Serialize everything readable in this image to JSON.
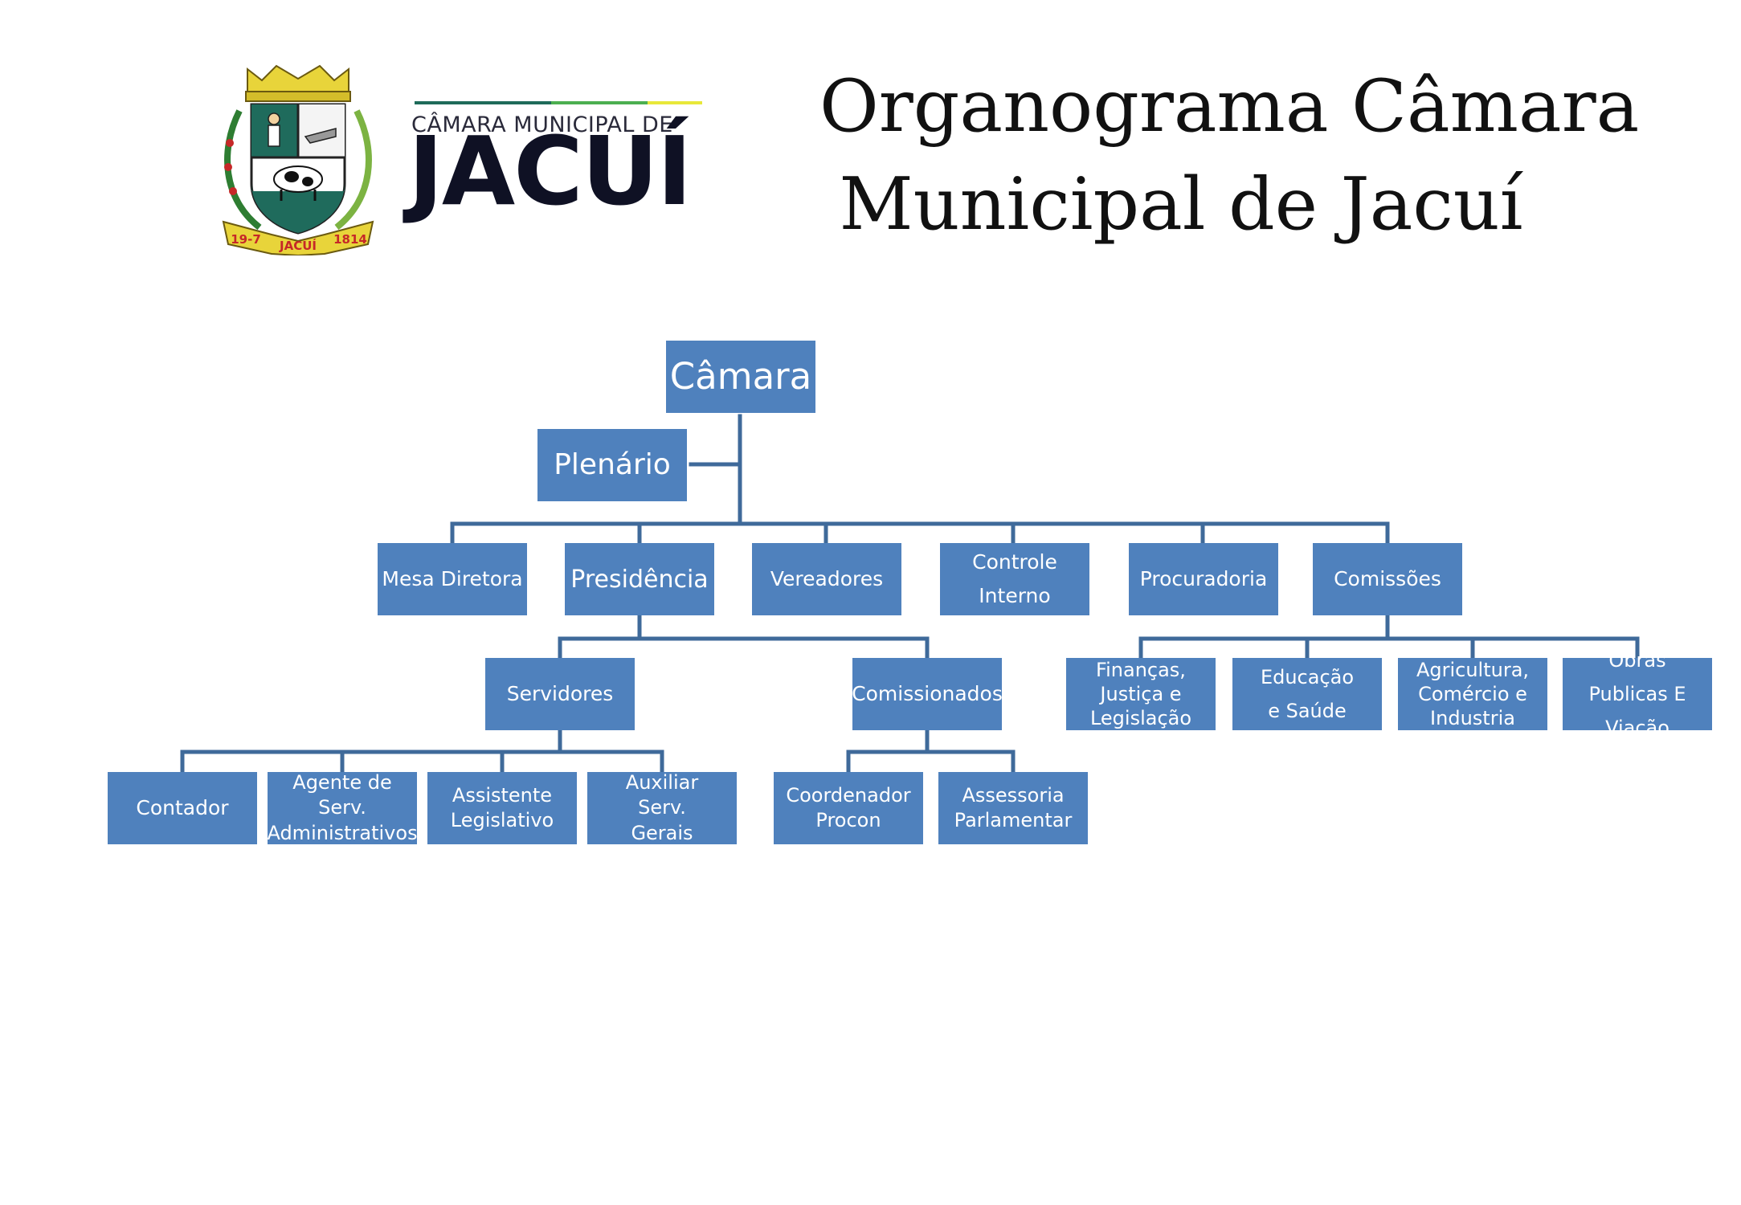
{
  "header": {
    "title_line1": "Organograma Câmara",
    "title_line2": "Municipal de Jacuí",
    "logo": {
      "prefix": "CÂMARA MUNICIPAL DE",
      "name": "JACUÍ",
      "seal_years_left": "19-7",
      "seal_name": "JACUÍ",
      "seal_years_right": "1814",
      "icon": "municipal-coat-of-arms-icon",
      "bar_colors": [
        "#1e6b5a",
        "#4caf50",
        "#e8e83a"
      ]
    }
  },
  "colors": {
    "node_fill": "#4f81bd",
    "node_text": "#ffffff",
    "connector": "#3f6a9a"
  },
  "org": {
    "camara": "Câmara",
    "plenario": "Plenário",
    "level1": {
      "mesa_diretora": "Mesa Diretora",
      "presidencia": "Presidência",
      "vereadores": "Vereadores",
      "controle_interno": "Controle Interno",
      "procuradoria": "Procuradoria",
      "comissoes": "Comissões"
    },
    "presidencia_children": {
      "servidores": "Servidores",
      "comissionados": "Comissionados"
    },
    "servidores_children": {
      "contador": "Contador",
      "agente": "Agente de Serv. Administrativos",
      "assistente": "Assistente Legislativo",
      "auxiliar": "Auxiliar Serv. Gerais"
    },
    "comissionados_children": {
      "coordenador": "Coordenador Procon",
      "assessoria": "Assessoria Parlamentar"
    },
    "comissoes_children": {
      "financas": "Finanças, Justiça e Legislação",
      "educacao": "Educação e Saúde",
      "agricultura": "Agricultura, Comércio e Industria",
      "obras": "Obras Publicas E Viação"
    }
  }
}
